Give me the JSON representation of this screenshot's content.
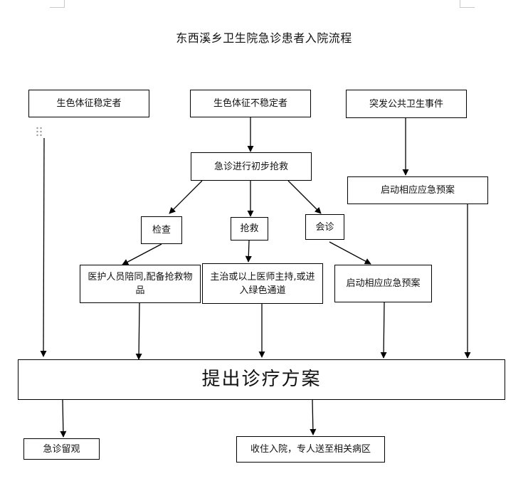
{
  "title": "东西溪乡卫生院急诊患者入院流程",
  "nodes": {
    "stable": "生色体征稳定者",
    "unstable": "生色体征不稳定者",
    "public_event": "突发公共卫生事件",
    "initial_rescue": "急诊进行初步抢救",
    "start_plan_top": "启动相应应急预案",
    "exam": "检查",
    "rescue": "抢救",
    "consult": "会诊",
    "staff_escort": "医护人员陪同,配备抢救物品",
    "attending": "主治或以上医师主持,或进入绿色通道",
    "start_plan": "启动相应应急预案",
    "treatment_plan": "提出诊疗方案",
    "observation": "急诊留观",
    "admission": "收住入院，专人送至相关病区"
  }
}
